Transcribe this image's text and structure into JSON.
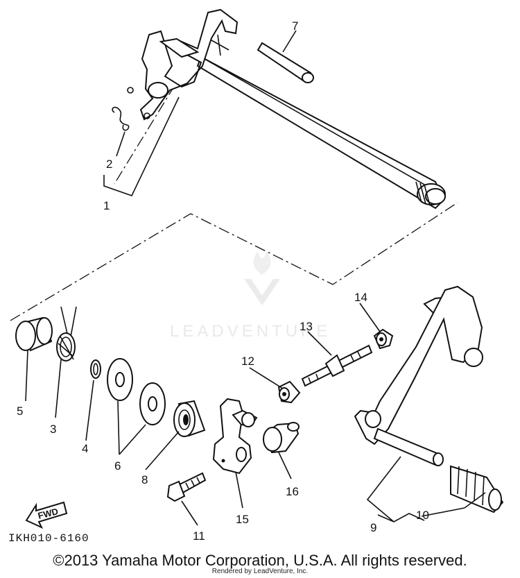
{
  "diagram": {
    "callouts": {
      "p1": "1",
      "p2": "2",
      "p3": "3",
      "p4": "4",
      "p5": "5",
      "p6": "6",
      "p7": "7",
      "p8": "8",
      "p9": "9",
      "p10": "10",
      "p11": "11",
      "p12": "12",
      "p13": "13",
      "p14": "14",
      "p15": "15",
      "p16": "16"
    },
    "part_code": "IKH010-6160",
    "fwd_label": "FWD",
    "watermark": "LEADVENTURE"
  },
  "footer": {
    "copyright": "©2013 Yamaha Motor Corporation, U.S.A. All rights reserved.",
    "rendered_by": "Rendered by LeadVenture, Inc."
  }
}
